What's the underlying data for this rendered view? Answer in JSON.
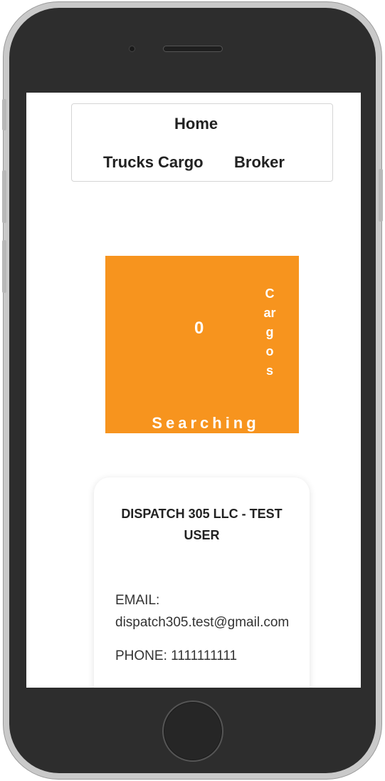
{
  "nav": {
    "home_label": "Home",
    "trucks_cargo_label": "Trucks Cargo",
    "broker_label": "Broker"
  },
  "stats": {
    "count": "0",
    "vertical_label": "Cargos",
    "status_label": "Searching",
    "color": "#f7941e"
  },
  "profile": {
    "company_name": "DISPATCH 305 LLC - TEST USER",
    "email_label": "EMAIL:",
    "email_value": "dispatch305.test@gmail.com",
    "phone_text": "PHONE: 1111111111"
  },
  "device": {
    "bezel_color": "#2d2d2d"
  }
}
